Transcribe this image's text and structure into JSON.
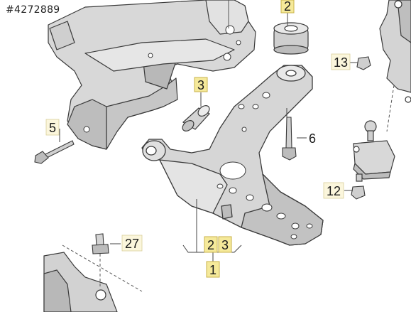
{
  "image_id_text": "#4272889",
  "callouts": {
    "c1": "1",
    "c2a": "2",
    "c2b": "2",
    "c3a": "3",
    "c3b": "3",
    "c5": "5",
    "c6": "6",
    "c12": "12",
    "c13": "13",
    "c27": "27"
  },
  "colors": {
    "part_fill": "#d9d9d9",
    "part_light": "#eeeeee",
    "part_dark": "#9a9a9a",
    "outline": "#3a3a3a",
    "highlight_box": "#f5e99a"
  }
}
